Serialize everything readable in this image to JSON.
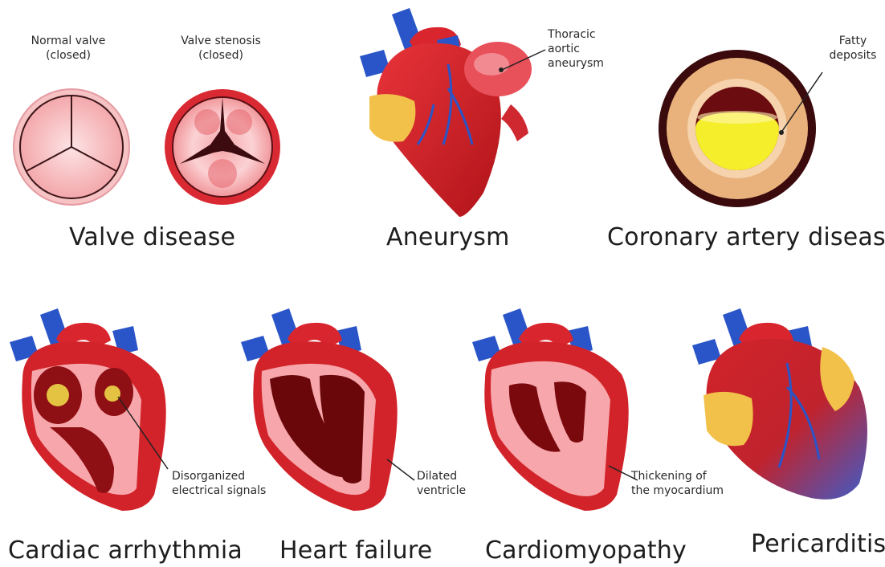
{
  "panels": {
    "valve": {
      "title": "Valve disease",
      "normal_caption_line1": "Normal valve",
      "normal_caption_line2": "(closed)",
      "stenosis_caption_line1": "Valve stenosis",
      "stenosis_caption_line2": "(closed)"
    },
    "aneurysm": {
      "title": "Aneurysm",
      "label_line1": "Thoracic",
      "label_line2": "aortic",
      "label_line3": "aneurysm"
    },
    "coronary": {
      "title": "Coronary artery disease",
      "label_line1": "Fatty",
      "label_line2": "deposits"
    },
    "arrhythmia": {
      "title": "Cardiac arrhythmia",
      "label_line1": "Disorganized",
      "label_line2": "electrical signals"
    },
    "heart_failure": {
      "title": "Heart failure",
      "label_line1": "Dilated",
      "label_line2": "ventricle"
    },
    "cardiomyopathy": {
      "title": "Cardiomyopathy",
      "label_line1": "Thickening of",
      "label_line2": "the myocardium"
    },
    "pericarditis": {
      "title": "Pericarditis"
    }
  },
  "colors": {
    "heart_red": "#d2232a",
    "dark_red": "#8e0f14",
    "vessel_blue": "#2a55c8",
    "fat_yellow": "#f2c94c",
    "valve_pink": "#f6b5b8",
    "plaque_yellow": "#f5ee2a"
  }
}
